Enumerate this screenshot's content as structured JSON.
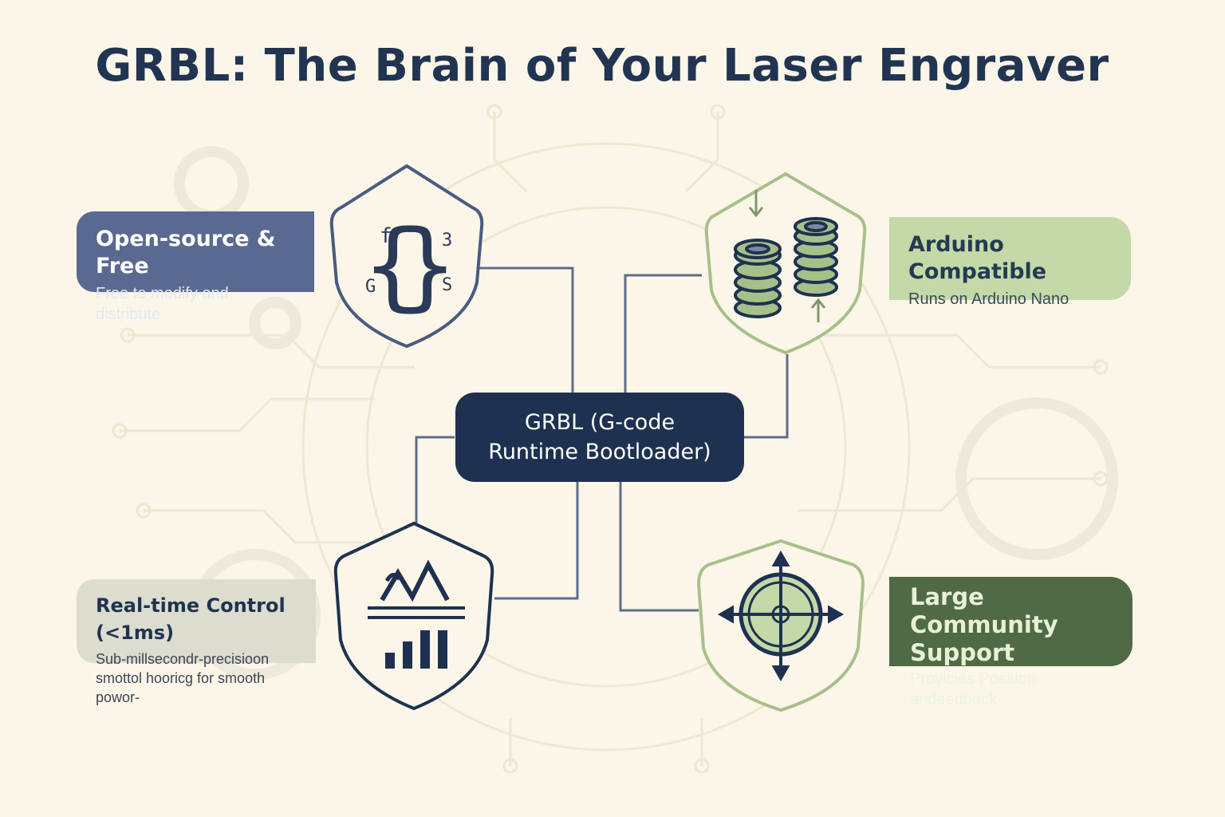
{
  "title": "GRBL: The Brain of Your Laser Engraver",
  "center": {
    "line1": "GRBL (G-code",
    "line2": "Runtime Bootloader)"
  },
  "features": [
    {
      "heading": "Open-source & Free",
      "sub": "Free to modify and distribute",
      "icon": "code-braces-icon"
    },
    {
      "heading": "Arduino Compatible",
      "sub": "Runs on Arduino Nano",
      "icon": "stacked-coins-icon"
    },
    {
      "heading": "Real-time Control (<1ms)",
      "sub1": "Sub-millsecondr-precisioon",
      "sub2": "smottol  hooricg for smooth powor-",
      "icon": "signal-chart-icon"
    },
    {
      "heading1": "Large Community",
      "heading2": "Support",
      "sub": "Provicies Position andeedback",
      "icon": "crosshair-target-icon"
    }
  ],
  "icon_glyphs": {
    "code_left": "{",
    "code_right": "}",
    "letter_f": "f",
    "letter_g": "G",
    "letter_s": "S",
    "digit_3": "3"
  },
  "colors": {
    "navy": "#1e3150",
    "slate_blue": "#5a6991",
    "sage": "#a7c08a",
    "forest": "#4f6a45",
    "background": "#fbf6e8"
  }
}
